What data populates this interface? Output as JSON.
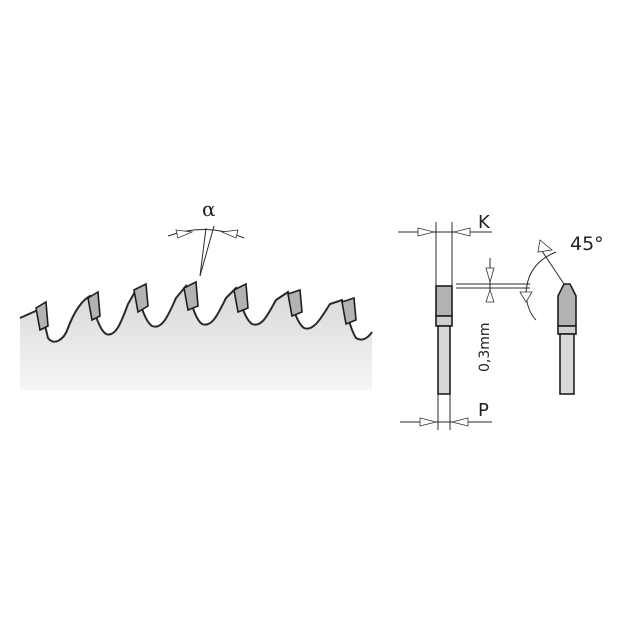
{
  "labels": {
    "rake_angle": "α",
    "kerf": "K",
    "plate": "P",
    "bevel_angle": "45°",
    "chamfer": "0,3mm"
  },
  "colors": {
    "outline": "#1e1e1e",
    "carbide": "#b3b3b3",
    "blade_fill_top": "#dcdcdc",
    "blade_fill_bottom": "#f4f4f4",
    "background": "#ffffff"
  }
}
